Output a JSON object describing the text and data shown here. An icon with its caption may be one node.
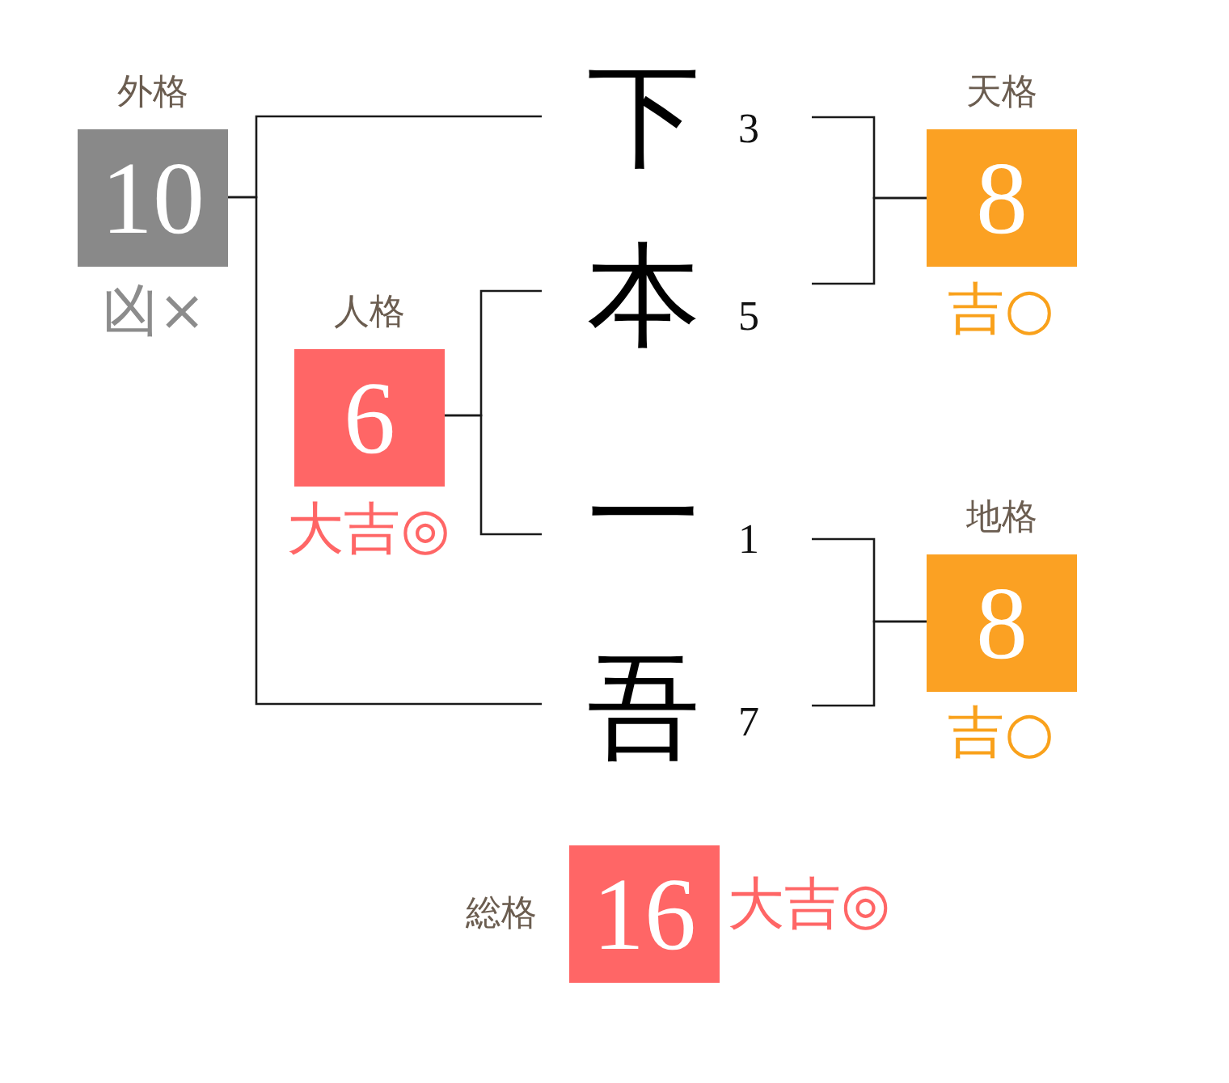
{
  "diagram": {
    "nodes": [
      {
        "text": [
          "外格",
          "10"
        ],
        "beside": [
          "凶×"
        ]
      },
      {
        "text": [
          "下"
        ],
        "beside": [
          "3"
        ]
      },
      {
        "text": [
          "天格",
          "8"
        ],
        "beside": [
          "吉○"
        ]
      },
      {
        "text": [
          "人格",
          "6"
        ],
        "beside": [
          "大吉◎"
        ]
      },
      {
        "text": [
          "本"
        ],
        "beside": [
          "5"
        ]
      },
      {
        "text": [
          "一"
        ],
        "beside": [
          "1"
        ]
      },
      {
        "text": [
          "地格",
          "8"
        ],
        "beside": [
          "吉○"
        ]
      },
      {
        "text": [
          "吾"
        ],
        "beside": [
          "7"
        ]
      },
      {
        "text": [
          "総格",
          "16"
        ],
        "beside": [
          "大吉◎"
        ]
      }
    ],
    "edges": [
      {
        "from": 0,
        "to": 1,
        "arrow": "none"
      },
      {
        "from": 0,
        "to": 7,
        "arrow": "none"
      },
      {
        "from": 3,
        "to": 4,
        "arrow": "none"
      },
      {
        "from": 3,
        "to": 5,
        "arrow": "none"
      },
      {
        "from": 1,
        "to": 2,
        "arrow": "none"
      },
      {
        "from": 4,
        "to": 2,
        "arrow": "none"
      },
      {
        "from": 5,
        "to": 6,
        "arrow": "none"
      },
      {
        "from": 7,
        "to": 6,
        "arrow": "none"
      }
    ]
  }
}
